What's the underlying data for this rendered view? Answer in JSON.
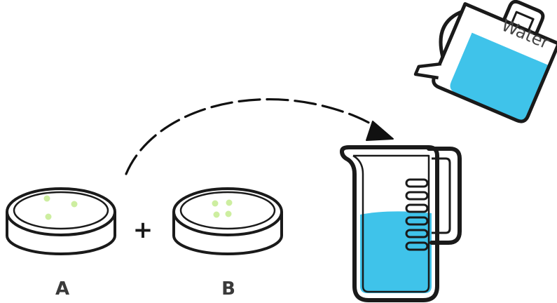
{
  "labels": {
    "dish_a": "A",
    "dish_b": "B",
    "plus": "+",
    "water": "Water"
  },
  "colors": {
    "water": "#3fc3ea",
    "colony": "#cdeea0",
    "outline": "#1a1a1a"
  },
  "icons": {
    "dish_a": "petri-dish-icon",
    "dish_b": "petri-dish-icon",
    "beaker": "measuring-beaker-icon",
    "pitcher": "water-pitcher-icon",
    "arrow": "dashed-arrow-icon"
  }
}
